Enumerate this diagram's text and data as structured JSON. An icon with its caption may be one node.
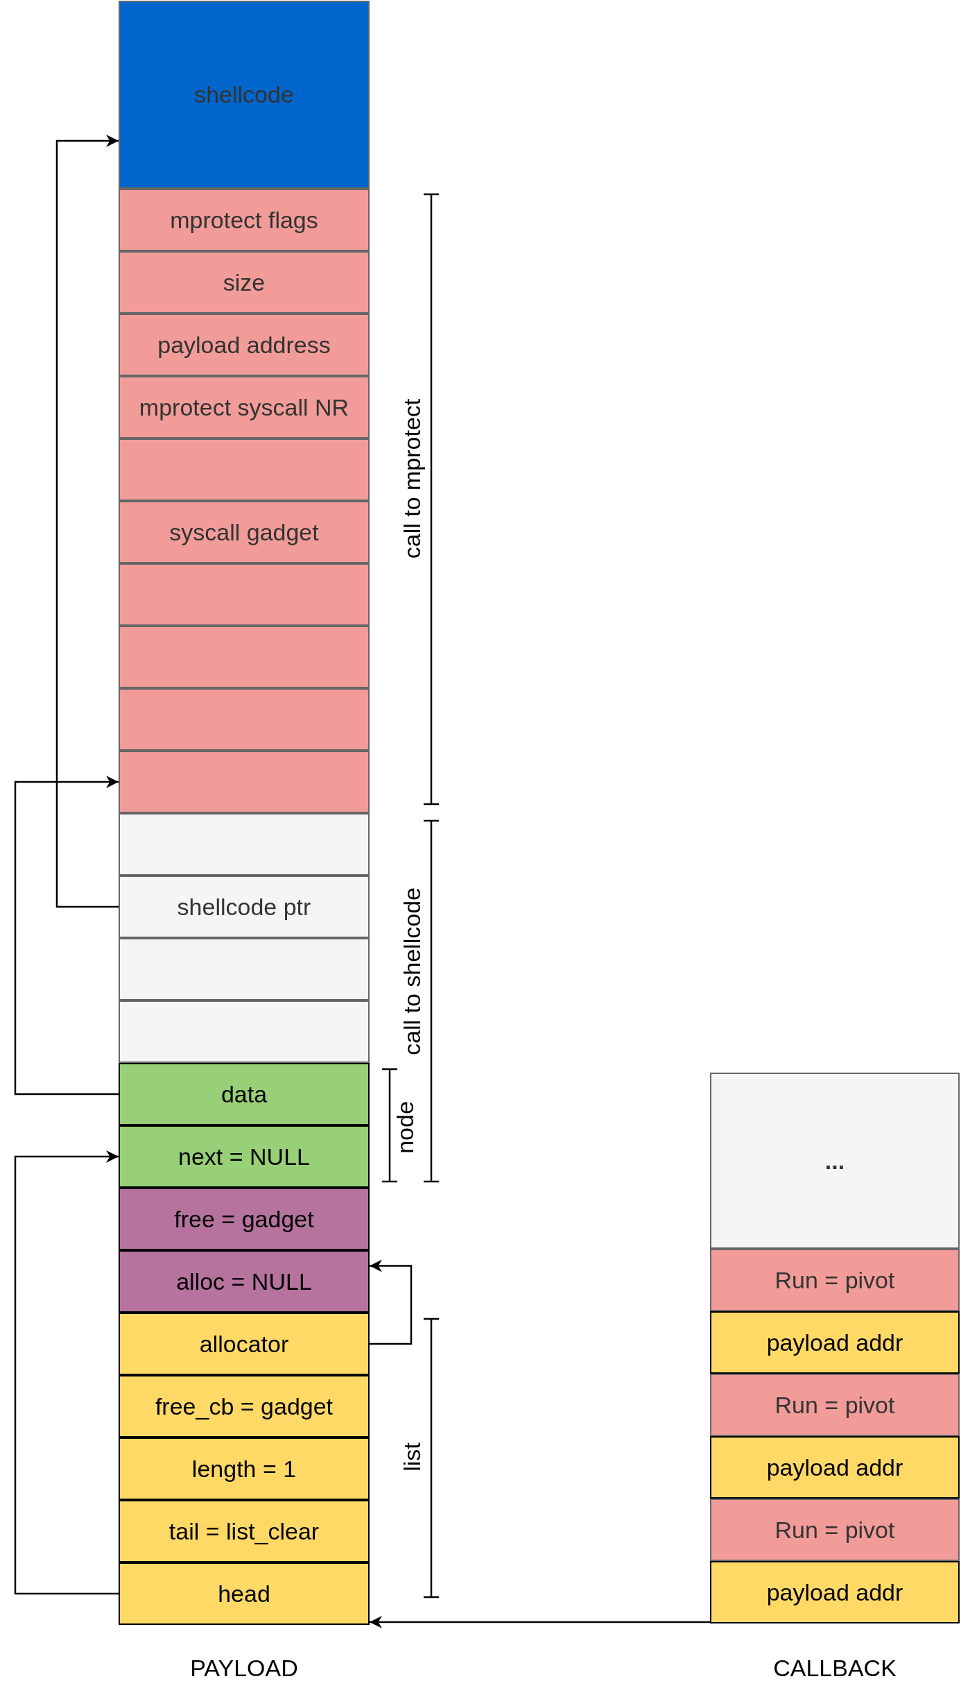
{
  "diagram": {
    "nodes": [
      {
        "text": [
          "shellcode"
        ]
      },
      {
        "text": [
          "mprotect flags"
        ]
      },
      {
        "text": [
          "size"
        ]
      },
      {
        "text": [
          "payload address"
        ]
      },
      {
        "text": [
          "mprotect syscall NR"
        ]
      },
      {
        "text": [],
        "shape": "box"
      },
      {
        "text": [
          "syscall gadget"
        ]
      },
      {
        "text": [],
        "shape": "box"
      },
      {
        "text": [],
        "shape": "box"
      },
      {
        "text": [],
        "shape": "box"
      },
      {
        "text": [],
        "shape": "box"
      },
      {
        "text": [],
        "shape": "box"
      },
      {
        "text": [
          "shellcode ptr"
        ]
      },
      {
        "text": [],
        "shape": "box"
      },
      {
        "text": [],
        "shape": "box"
      },
      {
        "text": [
          "data"
        ]
      },
      {
        "text": [
          "next = NULL"
        ]
      },
      {
        "text": [
          "free = gadget"
        ]
      },
      {
        "text": [
          "alloc = NULL"
        ]
      },
      {
        "text": [
          "allocator"
        ]
      },
      {
        "text": [
          "free_cb = gadget"
        ]
      },
      {
        "text": [
          "length = 1"
        ]
      },
      {
        "text": [
          "tail = list_clear"
        ]
      },
      {
        "text": [
          "head"
        ]
      },
      {
        "text": [
          "..."
        ]
      },
      {
        "text": [
          "Run = pivot"
        ]
      },
      {
        "text": [
          "payload addr"
        ]
      },
      {
        "text": [
          "Run = pivot"
        ]
      },
      {
        "text": [
          "payload addr"
        ]
      },
      {
        "text": [
          "Run = pivot"
        ]
      },
      {
        "text": [
          "payload addr"
        ]
      }
    ],
    "edges": [
      {
        "from": 12,
        "to": 0,
        "arrow": "to"
      },
      {
        "from": 15,
        "to": 10,
        "arrow": "to"
      },
      {
        "from": 23,
        "to": 16,
        "arrow": "to"
      },
      {
        "from": 19,
        "to": 18,
        "arrow": "to"
      },
      {
        "from": 30,
        "to": 23,
        "arrow": "to"
      }
    ],
    "labels": [
      "call to mprotect",
      "call to shellcode",
      "node",
      "list",
      "PAYLOAD",
      "CALLBACK"
    ]
  }
}
